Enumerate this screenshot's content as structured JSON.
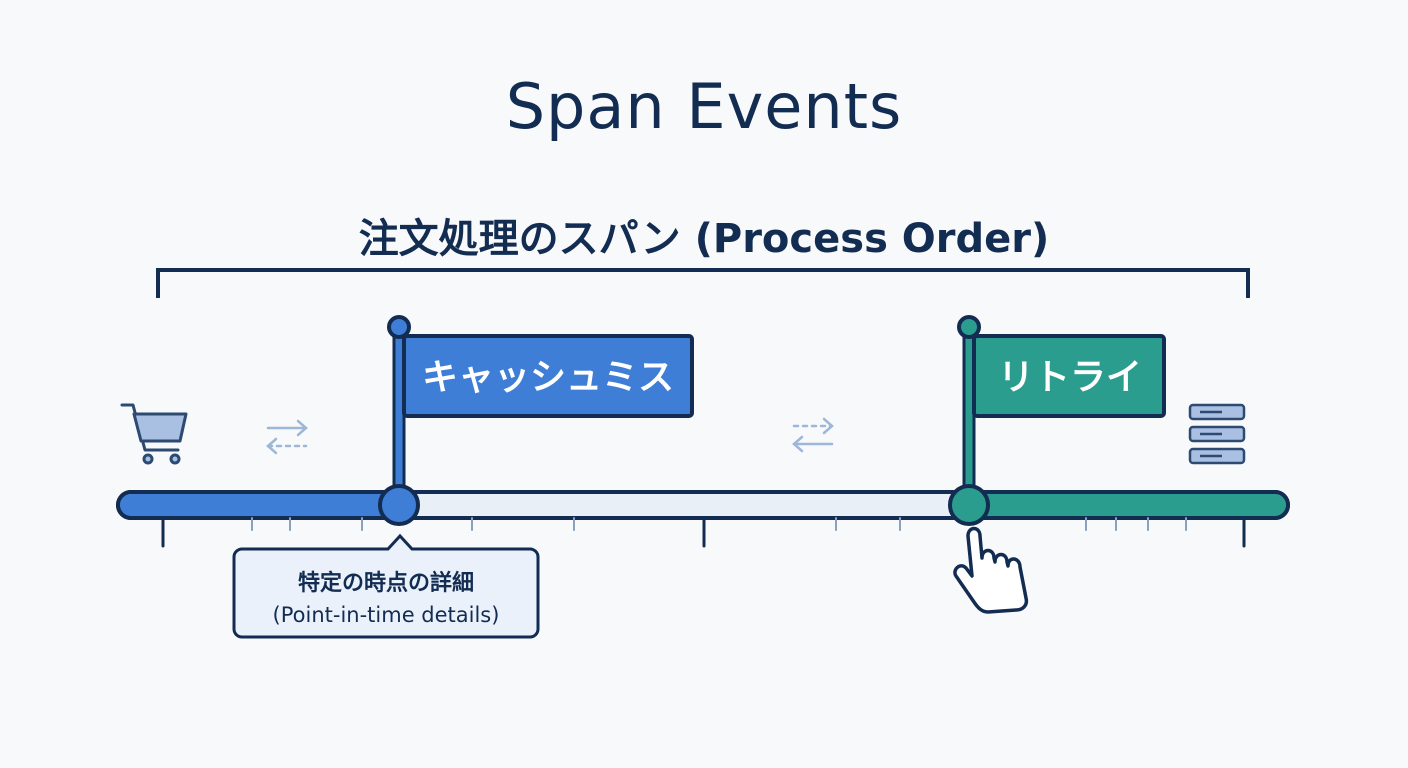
{
  "title": "Span Events",
  "span": {
    "label": "注文処理のスパン (Process Order)"
  },
  "events": [
    {
      "label": "キャッシュミス",
      "color": "#3f7ed6"
    },
    {
      "label": "リトライ",
      "color": "#2a9d8f"
    }
  ],
  "callout": {
    "line1": "特定の時点の詳細",
    "line2": "(Point-in-time details)"
  },
  "icons": [
    "shopping-cart-icon",
    "bidirectional-arrows-icon",
    "server-stack-icon",
    "pointing-hand-cursor-icon"
  ],
  "colors": {
    "navy": "#132c52",
    "blue": "#3f7ed6",
    "teal": "#2a9d8f",
    "light_track": "#e9eff7",
    "callout_bg": "#eaf1fb"
  }
}
